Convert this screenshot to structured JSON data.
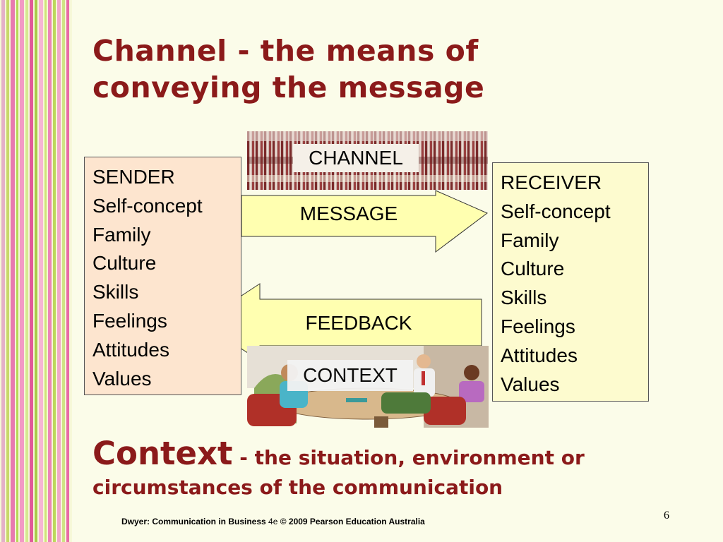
{
  "slide": {
    "title_line1": "Channel - the means of",
    "title_line2": "conveying the message",
    "page_number": "6"
  },
  "channel": {
    "label": "CHANNEL"
  },
  "message": {
    "label": "MESSAGE"
  },
  "feedback": {
    "label": "FEEDBACK"
  },
  "context": {
    "label": "CONTEXT"
  },
  "sender": {
    "heading": "SENDER",
    "items": [
      "Self-concept",
      "Family",
      "Culture",
      "Skills",
      "Feelings",
      "Attitudes",
      "Values"
    ]
  },
  "receiver": {
    "heading": "RECEIVER",
    "items": [
      "Self-concept",
      "Family",
      "Culture",
      "Skills",
      "Feelings",
      "Attitudes",
      "Values"
    ]
  },
  "context_definition": {
    "term": "Context",
    "definition_part1": " - the situation, environment or",
    "definition_part2": "circumstances of the communication"
  },
  "footer": {
    "part1": "Dwyer: Communication in Business",
    "part2": " 4e ",
    "part3": "© 2009 Pearson Education Australia"
  },
  "colors": {
    "title": "#8b1a1a",
    "sender_fill": "#fde5cf",
    "receiver_fill": "#fdfbcf",
    "arrow_fill": "#ffffb0"
  }
}
